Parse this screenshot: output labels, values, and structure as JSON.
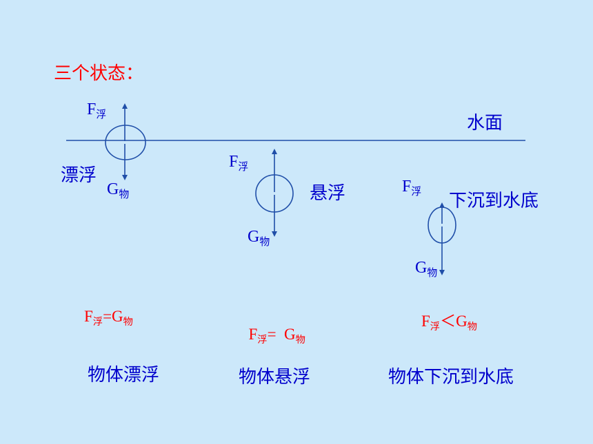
{
  "title": "三个状态：",
  "water_surface_label": "水面",
  "colors": {
    "background": "#CCE8FA",
    "blue": "#0000CC",
    "red": "#FF0000",
    "line": "#1F4EA8"
  },
  "force_labels": {
    "F": "F",
    "F_sub": "浮",
    "G": "G",
    "G_sub": "物"
  },
  "states": [
    {
      "label": "漂浮",
      "eq": {
        "left": "F",
        "left_sub": "浮",
        "op": "=",
        "right": "G",
        "right_sub": "物"
      },
      "caption": "物体漂浮"
    },
    {
      "label": "悬浮",
      "eq": {
        "left": "F",
        "left_sub": "浮",
        "op": "=  ",
        "right": "G",
        "right_sub": "物"
      },
      "caption": "物体悬浮"
    },
    {
      "label": "下沉到水底",
      "eq": {
        "left": "F",
        "left_sub": "浮",
        "op": "＜",
        "right": "G",
        "right_sub": "物"
      },
      "caption": "物体下沉到水底"
    }
  ]
}
